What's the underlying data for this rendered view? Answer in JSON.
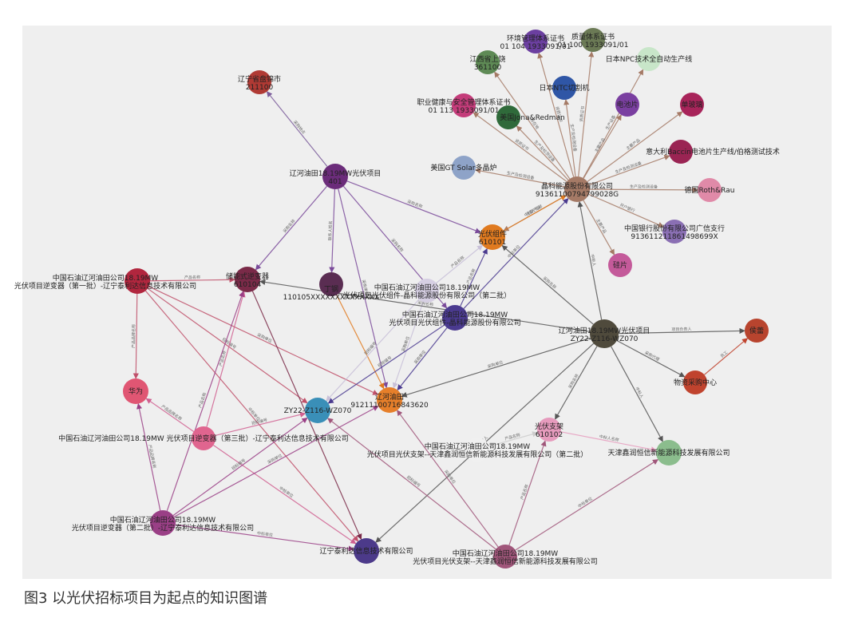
{
  "caption": "图3  以光伏招标项目为起点的知识图谱",
  "nodes": [
    {
      "id": "liaoning_panjin",
      "label": "辽宁省盘锦市",
      "sub": "211100",
      "color": "#b03a34"
    },
    {
      "id": "liaohe18_top",
      "label": "辽河油田18.19MW光伏项目",
      "sub": "401",
      "color": "#6b2c7a"
    },
    {
      "id": "jingke",
      "label": "晶科能源股份有限公司",
      "sub": "91361100794799028G",
      "color": "#a57a66"
    },
    {
      "id": "gv_invert1",
      "label": "中国石油辽河油田公司18.19MW",
      "sub": "光伏项目逆变器（第一批）-辽宁泰利达信息技术有限公司",
      "color": "#b1263e"
    },
    {
      "id": "inverter",
      "label": "储能式逆变器",
      "sub": "610104",
      "color": "#7a2a48"
    },
    {
      "id": "dinggang",
      "label": "丁钢",
      "sub": "110105XXXXXXXXXXXXXX",
      "color": "#5a2d52"
    },
    {
      "id": "gv_module2",
      "label": "中国石油辽河油田公司18.19MW",
      "sub": "光伏项目光伏组件-晶科能源股份有限公司（第二批）",
      "color": "#d6cfe3"
    },
    {
      "id": "gv_module1",
      "label": "中国石油辽河油田公司18.19MW",
      "sub": "光伏项目光伏组件-晶科能源股份有限公司",
      "color": "#4a3a8f"
    },
    {
      "id": "pv_module",
      "label": "光伏组件",
      "sub": "610101",
      "color": "#e07a1f"
    },
    {
      "id": "liaohe18_center",
      "label": "辽河油田18.19MW光伏项目",
      "sub": "ZY22-Z116-WZ070",
      "color": "#4f4a3c"
    },
    {
      "id": "huawei",
      "label": "华为",
      "sub": "",
      "color": "#e05673"
    },
    {
      "id": "zy22",
      "label": "ZY22-Z116-WZ070",
      "sub": "",
      "color": "#3a8fb8"
    },
    {
      "id": "liaohe_oil",
      "label": "辽河油田",
      "sub": "91211100716843620",
      "color": "#e67f2a"
    },
    {
      "id": "gv_invert3",
      "label": "中国石油辽河油田公司18.19MW 光伏项目逆变器（第三批）-辽宁泰利达信息技术有限公司",
      "sub": "",
      "color": "#e0658f"
    },
    {
      "id": "pv_bracket",
      "label": "光伏支架",
      "sub": "610102",
      "color": "#e69bbd"
    },
    {
      "id": "gv_bracket2",
      "label": "中国石油辽河油田公司18.19MW",
      "sub": "光伏项目光伏支架--天津鑫润恒信新能源科技发展有限公司（第二批）",
      "color": "#f0f0f0"
    },
    {
      "id": "tianjin",
      "label": "天津鑫润恒信新能源科技发展有限公司",
      "sub": "",
      "color": "#8bbd8d"
    },
    {
      "id": "gv_invert2",
      "label": "中国石油辽河油田公司18.19MW",
      "sub": "光伏项目逆变器（第二批）-辽宁泰利达信息技术有限公司",
      "color": "#9a3f86"
    },
    {
      "id": "liaoning_taili",
      "label": "辽宁泰利达信息技术有限公司",
      "sub": "",
      "color": "#4c3a8a"
    },
    {
      "id": "gv_bracket1",
      "label": "中国石油辽河油田公司18.19MW",
      "sub": "光伏项目光伏支架--天津鑫润恒信新能源科技发展有限公司",
      "color": "#a0567a"
    },
    {
      "id": "houyu",
      "label": "侯蕾",
      "sub": "",
      "color": "#b8442e"
    },
    {
      "id": "wuzi",
      "label": "物资采购中心",
      "sub": "",
      "color": "#c0432e"
    },
    {
      "id": "env_cert",
      "label": "环境管理体系证书",
      "sub": "01 104 1933091/01",
      "color": "#6b3fa0"
    },
    {
      "id": "quality_cert",
      "label": "质量体系证书",
      "sub": "01 100 1933091/01",
      "color": "#6b7a55"
    },
    {
      "id": "jiangxi",
      "label": "江西省上饶",
      "sub": "361100",
      "color": "#5e8a55"
    },
    {
      "id": "npc",
      "label": "日本NPC技术全自动生产线",
      "sub": "",
      "color": "#c8e6c9"
    },
    {
      "id": "ntc",
      "label": "日本NTC切割机",
      "sub": "",
      "color": "#2f56a6"
    },
    {
      "id": "health_cert",
      "label": "职业健康与安全管理体系证书",
      "sub": "01 113 1933091/01",
      "color": "#c43c7a"
    },
    {
      "id": "jona",
      "label": "美国Jona&Redman",
      "sub": "",
      "color": "#2f6a3a"
    },
    {
      "id": "cell",
      "label": "电池片",
      "sub": "",
      "color": "#7a3fa0"
    },
    {
      "id": "single_glass",
      "label": "单玻璃",
      "sub": "",
      "color": "#a8245a"
    },
    {
      "id": "baccin",
      "label": "意大利Baccin电池片生产线/伯格测试技术",
      "sub": "",
      "color": "#9a2453"
    },
    {
      "id": "gt_solar",
      "label": "美国GT Solar多晶炉",
      "sub": "",
      "color": "#8ea3c8"
    },
    {
      "id": "roth",
      "label": "德国Roth&Rau",
      "sub": "",
      "color": "#e08aa8"
    },
    {
      "id": "boc",
      "label": "中国银行股份有限公司广信支行",
      "sub": "913611211861498699X",
      "color": "#8a6fb3"
    },
    {
      "id": "silicon",
      "label": "硅片",
      "sub": "",
      "color": "#c45a9a"
    }
  ],
  "edges": [
    {
      "from": "liaohe18_top",
      "to": "liaoning_panjin",
      "label": "采购地点",
      "color": "#7a5a9a"
    },
    {
      "from": "liaohe18_top",
      "to": "pv_module",
      "label": "采购名称",
      "color": "#7a4a9a"
    },
    {
      "from": "liaohe18_top",
      "to": "inverter",
      "label": "采购名称",
      "color": "#7a4a9a"
    },
    {
      "from": "liaohe18_top",
      "to": "dinggang",
      "label": "联系人姓名",
      "color": "#7a4a9a"
    },
    {
      "from": "liaohe18_top",
      "to": "gv_module1",
      "label": "采购名称",
      "color": "#7a4a9a"
    },
    {
      "from": "liaohe18_top",
      "to": "liaohe_oil",
      "label": "采购单位",
      "color": "#7a4a9a"
    },
    {
      "from": "gv_invert1",
      "to": "inverter",
      "label": "产品名称",
      "color": "#c0506a"
    },
    {
      "from": "gv_invert1",
      "to": "huawei",
      "label": "产品品牌名称",
      "color": "#c0506a"
    },
    {
      "from": "gv_invert1",
      "to": "zy22",
      "label": "招标编号",
      "color": "#c0506a"
    },
    {
      "from": "gv_invert1",
      "to": "liaohe_oil",
      "label": "采购单位",
      "color": "#c0506a"
    },
    {
      "from": "gv_invert1",
      "to": "liaoning_taili",
      "label": "中标单位",
      "color": "#c0506a"
    },
    {
      "from": "gv_invert3",
      "to": "inverter",
      "label": "产品名称",
      "color": "#d06090"
    },
    {
      "from": "gv_invert3",
      "to": "huawei",
      "label": "产品品牌名称",
      "color": "#d06090"
    },
    {
      "from": "gv_invert3",
      "to": "zy22",
      "label": "招标编号",
      "color": "#d06090"
    },
    {
      "from": "gv_invert3",
      "to": "liaoning_taili",
      "label": "中标单位",
      "color": "#d06090"
    },
    {
      "from": "gv_invert2",
      "to": "inverter",
      "label": "产品名称",
      "color": "#9a3f86"
    },
    {
      "from": "gv_invert2",
      "to": "huawei",
      "label": "产品品牌名称",
      "color": "#9a3f86"
    },
    {
      "from": "gv_invert2",
      "to": "zy22",
      "label": "招标编号",
      "color": "#9a3f86"
    },
    {
      "from": "gv_invert2",
      "to": "liaohe_oil",
      "label": "采购单位",
      "color": "#9a3f86"
    },
    {
      "from": "gv_invert2",
      "to": "liaoning_taili",
      "label": "中标单位",
      "color": "#9a3f86"
    },
    {
      "from": "inverter",
      "to": "liaoning_taili",
      "label": "",
      "color": "#7a2a48"
    },
    {
      "from": "dinggang",
      "to": "liaohe_oil",
      "label": "",
      "color": "#e07a1f"
    },
    {
      "from": "gv_module2",
      "to": "pv_module",
      "label": "产品名称",
      "color": "#c8c0d8"
    },
    {
      "from": "gv_module2",
      "to": "zy22",
      "label": "招标编号",
      "color": "#c8c0d8"
    },
    {
      "from": "gv_module2",
      "to": "liaohe_oil",
      "label": "采购单位",
      "color": "#c8c0d8"
    },
    {
      "from": "gv_module1",
      "to": "pv_module",
      "label": "产品名称",
      "color": "#4a3a8f"
    },
    {
      "from": "gv_module1",
      "to": "jingke",
      "label": "中标单位",
      "color": "#4a3a8f"
    },
    {
      "from": "gv_module1",
      "to": "zy22",
      "label": "招标编号",
      "color": "#4a3a8f"
    },
    {
      "from": "gv_module1",
      "to": "liaohe_oil",
      "label": "采购单位",
      "color": "#4a3a8f"
    },
    {
      "from": "liaohe18_center",
      "to": "pv_module",
      "label": "采购名称",
      "color": "#555"
    },
    {
      "from": "liaohe18_center",
      "to": "inverter",
      "label": "采购名称",
      "color": "#555"
    },
    {
      "from": "liaohe18_center",
      "to": "jingke",
      "label": "中标人",
      "color": "#555"
    },
    {
      "from": "liaohe18_center",
      "to": "houyu",
      "label": "项目负责人",
      "color": "#555"
    },
    {
      "from": "liaohe18_center",
      "to": "wuzi",
      "label": "采购代理",
      "color": "#555"
    },
    {
      "from": "liaohe18_center",
      "to": "pv_bracket",
      "label": "采购名称",
      "color": "#555"
    },
    {
      "from": "liaohe18_center",
      "to": "tianjin",
      "label": "中标人",
      "color": "#555"
    },
    {
      "from": "liaohe18_center",
      "to": "liaoning_taili",
      "label": "中标人",
      "color": "#555"
    },
    {
      "from": "liaohe18_center",
      "to": "liaohe_oil",
      "label": "采购单位",
      "color": "#555"
    },
    {
      "from": "wuzi",
      "to": "houyu",
      "label": "员工",
      "color": "#c0432e"
    },
    {
      "from": "gv_bracket2",
      "to": "pv_bracket",
      "label": "产品名称",
      "color": "#ccc"
    },
    {
      "from": "gv_bracket1",
      "to": "pv_bracket",
      "label": "产品名称",
      "color": "#a0567a"
    },
    {
      "from": "gv_bracket1",
      "to": "tianjin",
      "label": "中标单位",
      "color": "#a0567a"
    },
    {
      "from": "gv_bracket1",
      "to": "zy22",
      "label": "招标编号",
      "color": "#a0567a"
    },
    {
      "from": "gv_bracket1",
      "to": "liaohe_oil",
      "label": "采购单位",
      "color": "#a0567a"
    },
    {
      "from": "pv_bracket",
      "to": "tianjin",
      "label": "中标人名称",
      "color": "#e69bbd"
    },
    {
      "from": "jingke",
      "to": "pv_module",
      "label": "主要产品",
      "color": "#a57a66"
    },
    {
      "from": "jingke",
      "to": "env_cert",
      "label": "资质证书",
      "color": "#a57a66"
    },
    {
      "from": "jingke",
      "to": "quality_cert",
      "label": "资质证书",
      "color": "#a57a66"
    },
    {
      "from": "jingke",
      "to": "jiangxi",
      "label": "所在地",
      "color": "#a57a66"
    },
    {
      "from": "jingke",
      "to": "npc",
      "label": "生产设备",
      "color": "#a57a66"
    },
    {
      "from": "jingke",
      "to": "ntc",
      "label": "生产及检测设备",
      "color": "#a57a66"
    },
    {
      "from": "jingke",
      "to": "health_cert",
      "label": "资质证书",
      "color": "#a57a66"
    },
    {
      "from": "jingke",
      "to": "jona",
      "label": "生产及检测设备",
      "color": "#a57a66"
    },
    {
      "from": "jingke",
      "to": "cell",
      "label": "主要产品",
      "color": "#a57a66"
    },
    {
      "from": "jingke",
      "to": "single_glass",
      "label": "主要产品",
      "color": "#a57a66"
    },
    {
      "from": "jingke",
      "to": "baccin",
      "label": "生产及检测设备",
      "color": "#a57a66"
    },
    {
      "from": "jingke",
      "to": "gt_solar",
      "label": "生产及检测设备",
      "color": "#a57a66"
    },
    {
      "from": "jingke",
      "to": "roth",
      "label": "生产及检测设备",
      "color": "#a57a66"
    },
    {
      "from": "jingke",
      "to": "boc",
      "label": "开户银行",
      "color": "#a57a66"
    },
    {
      "from": "jingke",
      "to": "silicon",
      "label": "主要产品",
      "color": "#a57a66"
    },
    {
      "from": "pv_module",
      "to": "jingke",
      "label": "中标人名称",
      "color": "#e07a1f"
    }
  ]
}
